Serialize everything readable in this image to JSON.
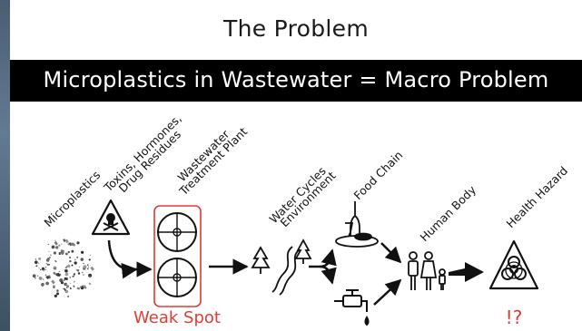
{
  "title": "The Problem",
  "banner": "Microplastics in Wastewater = Macro Problem",
  "stages": {
    "microplastics": "Microplastics",
    "toxins_line1": "Toxins, Hormones,",
    "toxins_line2": "Drug Residues",
    "wwtp_line1": "Wastewater",
    "wwtp_line2": "Treatment Plant",
    "water_line1": "Water Cycles",
    "water_line2": "Environment",
    "food_chain": "Food Chain",
    "human_body": "Human Body",
    "health_hazard": "Health Hazard"
  },
  "weak_spot": "Weak Spot",
  "alarm": "!?",
  "icons": [
    "particles-icon",
    "skull-warning-icon",
    "treatment-plant-icon",
    "trees-river-icon",
    "food-plate-icon",
    "faucet-icon",
    "family-icon",
    "biohazard-icon"
  ],
  "colors": {
    "accent": "#e23b34",
    "banner_bg": "#000000",
    "banner_text": "#ffffff"
  }
}
